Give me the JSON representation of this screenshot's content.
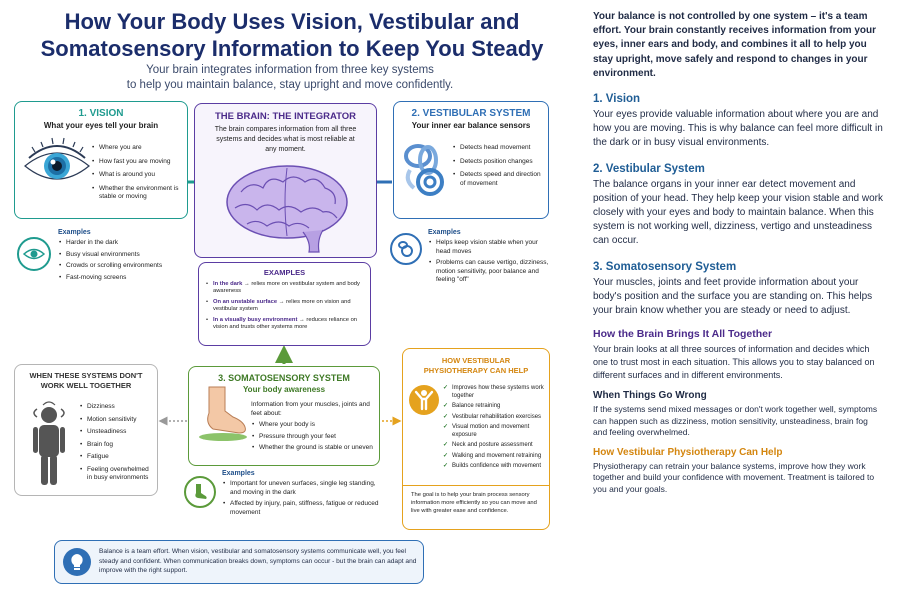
{
  "header": {
    "title_line1": "How Your Body Uses Vision, Vestibular and",
    "title_line2": "Somatosensory Information to Keep You Steady",
    "subtitle_line1": "Your brain integrates information from three key systems",
    "subtitle_line2": "to help you maintain balance, stay upright and move confidently."
  },
  "vision": {
    "heading": "1. VISION",
    "sub": "What your eyes tell your brain",
    "items": [
      "Where you are",
      "How fast you are moving",
      "What is around you",
      "Whether the environment is stable or moving"
    ],
    "examples_title": "Examples",
    "examples": [
      "Harder in the dark",
      "Busy visual environments",
      "Crowds or scrolling environments",
      "Fast-moving screens"
    ],
    "icon": "eye-icon",
    "color": "#1f9b8f"
  },
  "brain": {
    "heading": "THE BRAIN: THE INTEGRATOR",
    "text": "The brain compares information from all three systems and decides what is most reliable at any moment.",
    "icon": "brain-icon",
    "color": "#5b3da3"
  },
  "vestibular": {
    "heading": "2. VESTIBULAR SYSTEM",
    "sub": "Your inner ear balance sensors",
    "items": [
      "Detects head movement",
      "Detects position changes",
      "Detects speed and direction of movement"
    ],
    "examples_title": "Examples",
    "examples": [
      "Helps keep vision stable when your head moves",
      "Problems can cause vertigo, dizziness, motion sensitivity, poor balance and feeling \"off\""
    ],
    "icon": "inner-ear-icon",
    "color": "#2f6fb5"
  },
  "examples_center": {
    "heading": "EXAMPLES",
    "items": [
      {
        "bold": "In the dark",
        "rest": " → relies more on vestibular system and body awareness"
      },
      {
        "bold": "On an unstable surface",
        "rest": " → relies more on vision and vestibular system"
      },
      {
        "bold": "In a visually busy environment",
        "rest": " → reduces reliance on vision and trusts other systems more"
      }
    ]
  },
  "somato": {
    "heading": "3. SOMATOSENSORY SYSTEM",
    "sub": "Your body awareness",
    "intro": "Information from your muscles, joints and feet about:",
    "items": [
      "Where your body is",
      "Pressure through your feet",
      "Whether the ground is stable or uneven"
    ],
    "examples_title": "Examples",
    "examples": [
      "Important for uneven surfaces, single leg standing, and moving in the dark",
      "Affected by injury, pain, stiffness, fatigue or reduced movement"
    ],
    "icon": "foot-icon",
    "color": "#5b9a3a"
  },
  "not_together": {
    "heading": "WHEN THESE SYSTEMS DON'T WORK WELL TOGETHER",
    "items": [
      "Dizziness",
      "Motion sensitivity",
      "Unsteadiness",
      "Brain fog",
      "Fatigue",
      "Feeling overwhelmed in busy environments"
    ],
    "icon": "dizzy-person-icon"
  },
  "physio": {
    "heading": "HOW VESTIBULAR PHYSIOTHERAPY CAN HELP",
    "items": [
      "Improves how these systems work together",
      "Balance retraining",
      "Vestibular rehabilitation exercises",
      "Visual motion and movement exposure",
      "Neck and posture assessment",
      "Walking and movement retraining",
      "Builds confidence with movement"
    ],
    "goal": "The goal is to help your brain process sensory information more efficiently so you can move and live with greater ease and confidence.",
    "icon": "person-arms-up-icon",
    "color": "#e5a21e"
  },
  "footer_note": {
    "text": "Balance is a team effort. When vision, vestibular and somatosensory systems communicate well, you feel steady and confident. When communication breaks down, symptoms can occur - but the brain can adapt and improve with the right support.",
    "icon": "lightbulb-icon"
  },
  "right_text": {
    "intro": "Your balance is not controlled by one system – it's a team effort. Your brain constantly receives information from your eyes, inner ears and body, and combines it all to help you stay upright, move safely and respond to changes in your environment.",
    "sections": [
      {
        "heading": "1. Vision",
        "body": "Your eyes provide valuable information about where you are and how you are moving. This is why balance can feel more difficult in the dark or in busy visual environments."
      },
      {
        "heading": "2. Vestibular System",
        "body": "The balance organs in your inner ear detect movement and position of your head. They help keep your vision stable and work closely with your eyes and body to maintain balance. When this system is not working well, dizziness, vertigo and unsteadiness can occur."
      },
      {
        "heading": "3. Somatosensory System",
        "body": "Your muscles, joints and feet provide information about your body's position and the surface you are standing on. This helps your brain know whether you are steady or need to adjust."
      },
      {
        "heading": "How the Brain Brings It All Together",
        "body": "Your brain looks at all three sources of information and decides which one to trust most in each situation. This allows you to stay balanced on different surfaces and in different environments."
      },
      {
        "heading": "When Things Go Wrong",
        "body": "If the systems send mixed messages or don't work together well, symptoms can happen such as dizziness, motion sensitivity, unsteadiness, brain fog and feeling overwhelmed."
      },
      {
        "heading": "How Vestibular Physiotherapy Can Help",
        "body": "Physiotherapy can retrain your balance systems, improve how they work together and build your confidence with movement. Treatment is tailored to you and your goals."
      }
    ]
  }
}
